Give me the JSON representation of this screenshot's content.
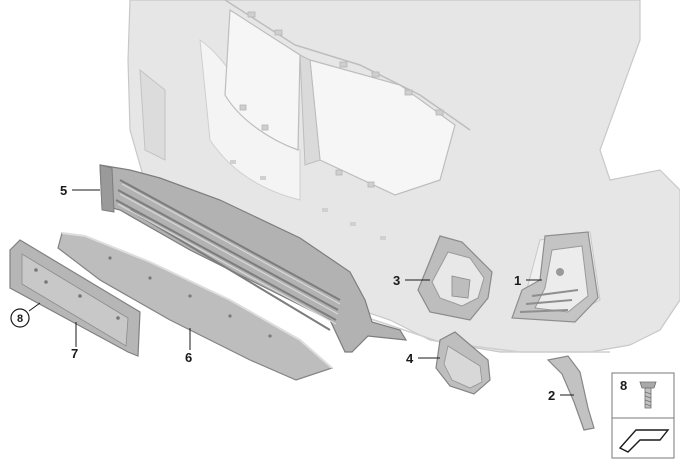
{
  "callouts": {
    "c1": "1",
    "c2": "2",
    "c3": "3",
    "c4": "4",
    "c5": "5",
    "c6": "6",
    "c7": "7",
    "c8": "8",
    "legend_num": "8"
  },
  "colors": {
    "bumper_fill": "#e6e6e6",
    "bumper_edge": "#c4c4c4",
    "part_fill": "#b4b4b4",
    "part_dark": "#8e8e8e",
    "label_text": "#1a1a1a"
  }
}
